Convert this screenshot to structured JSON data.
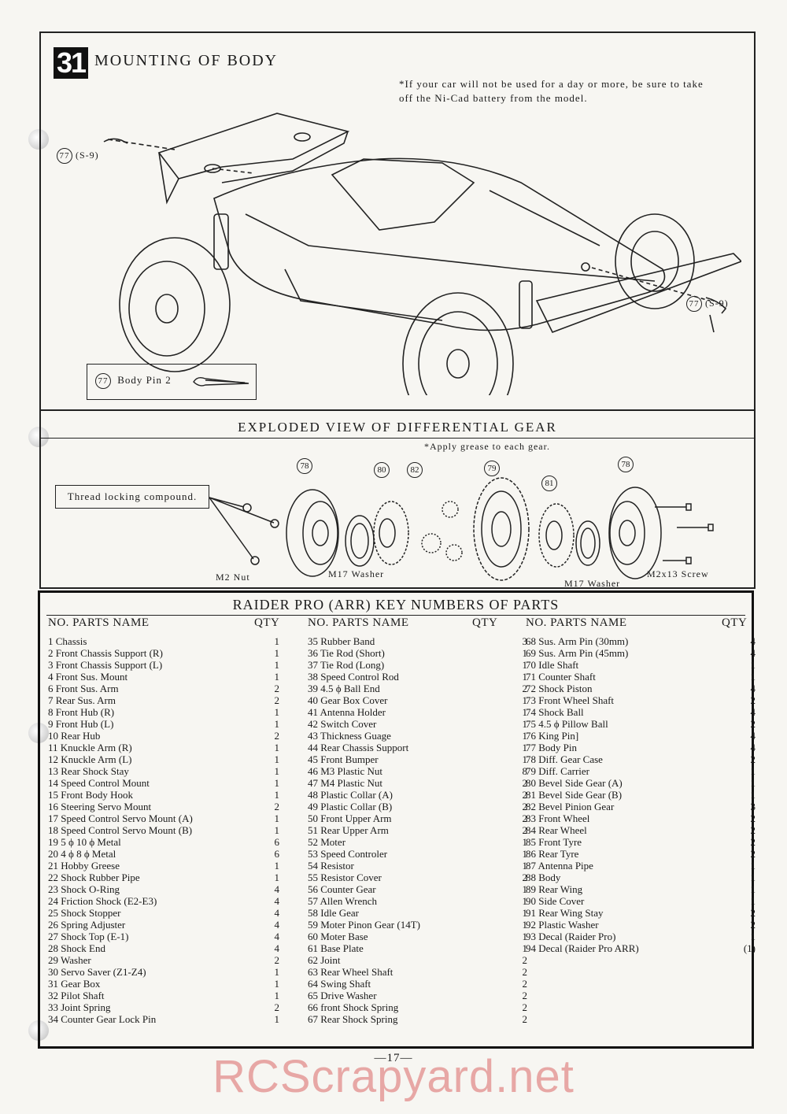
{
  "mounting": {
    "step_number": "31",
    "title": "MOUNTING OF BODY",
    "note": "*If your car will not be used for a day or more, be sure to take off the Ni-Cad battery from the model.",
    "callout_left_num": "77",
    "callout_left_text": "(S-9)",
    "callout_right_num": "77",
    "callout_right_text": "(S-9)",
    "legend_num": "77",
    "legend_text": "Body Pin 2"
  },
  "diff": {
    "title": "EXPLODED VIEW OF DIFFERENTIAL GEAR",
    "note": "*Apply grease to each gear.",
    "thread_locking": "Thread locking compound.",
    "part_numbers": [
      "78",
      "80",
      "82",
      "79",
      "81",
      "78"
    ],
    "labels": {
      "m2_nut": "M2 Nut",
      "m17_washer_1": "M17 Washer",
      "m17_washer_2": "M17 Washer",
      "screw": "M2x13 Screw"
    }
  },
  "parts": {
    "title": "RAIDER PRO (ARR)   KEY NUMBERS OF PARTS",
    "col_head_no": "NO. PARTS NAME",
    "col_head_qty": "QTY",
    "columns": [
      [
        {
          "name": "1  Chassis",
          "qty": "1"
        },
        {
          "name": "2  Front Chassis Support (R)",
          "qty": "1"
        },
        {
          "name": "3  Front Chassis Support (L)",
          "qty": "1"
        },
        {
          "name": "4  Front Sus. Mount",
          "qty": "1"
        },
        {
          "name": "6  Front Sus. Arm",
          "qty": "2"
        },
        {
          "name": "7  Rear Sus. Arm",
          "qty": "2"
        },
        {
          "name": "8  Front Hub (R)",
          "qty": "1"
        },
        {
          "name": "9  Front Hub (L)",
          "qty": "1"
        },
        {
          "name": "10 Rear Hub",
          "qty": "2"
        },
        {
          "name": "11 Knuckle Arm (R)",
          "qty": "1"
        },
        {
          "name": "12 Knuckle Arm (L)",
          "qty": "1"
        },
        {
          "name": "13 Rear Shock Stay",
          "qty": "1"
        },
        {
          "name": "14 Speed Control Mount",
          "qty": "1"
        },
        {
          "name": "15 Front Body Hook",
          "qty": "1"
        },
        {
          "name": "16 Steering Servo Mount",
          "qty": "2"
        },
        {
          "name": "17 Speed Control Servo Mount (A)",
          "qty": "1"
        },
        {
          "name": "18 Speed Control Servo Mount (B)",
          "qty": "1"
        },
        {
          "name": "19 5 ϕ 10 ϕ Metal",
          "qty": "6"
        },
        {
          "name": "20 4 ϕ 8 ϕ Metal",
          "qty": "6"
        },
        {
          "name": "21 Hobby Greese",
          "qty": "1"
        },
        {
          "name": "22 Shock Rubber Pipe",
          "qty": "1"
        },
        {
          "name": "23 Shock O-Ring",
          "qty": "4"
        },
        {
          "name": "24 Friction Shock (E2-E3)",
          "qty": "4"
        },
        {
          "name": "25 Shock Stopper",
          "qty": "4"
        },
        {
          "name": "26 Spring Adjuster",
          "qty": "4"
        },
        {
          "name": "27 Shock Top (E-1)",
          "qty": "4"
        },
        {
          "name": "28 Shock End",
          "qty": "4"
        },
        {
          "name": "29 Washer",
          "qty": "2"
        },
        {
          "name": "30 Servo Saver (Z1-Z4)",
          "qty": "1"
        },
        {
          "name": "31 Gear Box",
          "qty": "1"
        },
        {
          "name": "32 Pilot Shaft",
          "qty": "1"
        },
        {
          "name": "33 Joint Spring",
          "qty": "2"
        },
        {
          "name": "34 Counter Gear Lock Pin",
          "qty": "1"
        }
      ],
      [
        {
          "name": "35 Rubber Band",
          "qty": "3"
        },
        {
          "name": "36 Tie Rod (Short)",
          "qty": "1"
        },
        {
          "name": "37 Tie Rod (Long)",
          "qty": "1"
        },
        {
          "name": "38 Speed Control Rod",
          "qty": "1"
        },
        {
          "name": "39 4.5 ϕ Ball End",
          "qty": "2"
        },
        {
          "name": "40 Gear Box Cover",
          "qty": "1"
        },
        {
          "name": "41 Antenna Holder",
          "qty": "1"
        },
        {
          "name": "42 Switch Cover",
          "qty": "1"
        },
        {
          "name": "43 Thickness Guage",
          "qty": "1"
        },
        {
          "name": "44 Rear Chassis Support",
          "qty": "1"
        },
        {
          "name": "45 Front Bumper",
          "qty": "1"
        },
        {
          "name": "46 M3 Plastic Nut",
          "qty": "8"
        },
        {
          "name": "47 M4 Plastic Nut",
          "qty": "2"
        },
        {
          "name": "48 Plastic Collar (A)",
          "qty": "2"
        },
        {
          "name": "49 Plastic Collar (B)",
          "qty": "2"
        },
        {
          "name": "50 Front Upper Arm",
          "qty": "2"
        },
        {
          "name": "51 Rear Upper Arm",
          "qty": "2"
        },
        {
          "name": "52 Moter",
          "qty": "1"
        },
        {
          "name": "53 Speed Controler",
          "qty": "1"
        },
        {
          "name": "54 Resistor",
          "qty": "1"
        },
        {
          "name": "55 Resistor Cover",
          "qty": "2"
        },
        {
          "name": "56 Counter Gear",
          "qty": "1"
        },
        {
          "name": "57 Allen Wrench",
          "qty": "1"
        },
        {
          "name": "58 Idle Gear",
          "qty": "1"
        },
        {
          "name": "59 Moter Pinon Gear (14T)",
          "qty": "1"
        },
        {
          "name": "60 Moter Base",
          "qty": "1"
        },
        {
          "name": "61 Base Plate",
          "qty": "1"
        },
        {
          "name": "62 Joint",
          "qty": "2"
        },
        {
          "name": "63 Rear Wheel Shaft",
          "qty": "2"
        },
        {
          "name": "64 Swing Shaft",
          "qty": "2"
        },
        {
          "name": "65 Drive Washer",
          "qty": "2"
        },
        {
          "name": "66 front Shock Spring",
          "qty": "2"
        },
        {
          "name": "67 Rear Shock Spring",
          "qty": "2"
        }
      ],
      [
        {
          "name": "68 Sus. Arm Pin (30mm)",
          "qty": "4"
        },
        {
          "name": "69 Sus. Arm Pin (45mm)",
          "qty": "4"
        },
        {
          "name": "70 Idle Shaft",
          "qty": "1"
        },
        {
          "name": "71 Counter Shaft",
          "qty": "1"
        },
        {
          "name": "72 Shock Piston",
          "qty": "4"
        },
        {
          "name": "73 Front Wheel Shaft",
          "qty": "2"
        },
        {
          "name": "74 Shock Ball",
          "qty": "4"
        },
        {
          "name": "75 4.5 ϕ Pillow Ball",
          "qty": "2"
        },
        {
          "name": "76 King Pin]",
          "qty": "4"
        },
        {
          "name": "77 Body Pin",
          "qty": "4"
        },
        {
          "name": "78 Diff. Gear Case",
          "qty": "2"
        },
        {
          "name": "79 Diff. Carrier",
          "qty": "1"
        },
        {
          "name": "80 Bevel Side Gear (A)",
          "qty": "1"
        },
        {
          "name": "81 Bevel Side Gear (B)",
          "qty": "1"
        },
        {
          "name": "82 Bevel Pinion Gear",
          "qty": "3"
        },
        {
          "name": "83 Front Wheel",
          "qty": "2"
        },
        {
          "name": "84 Rear Wheel",
          "qty": "2"
        },
        {
          "name": "85 Front Tyre",
          "qty": "2"
        },
        {
          "name": "86 Rear Tyre",
          "qty": "2"
        },
        {
          "name": "87 Antenna Pipe",
          "qty": "1"
        },
        {
          "name": "88 Body",
          "qty": "1"
        },
        {
          "name": "89 Rear Wing",
          "qty": "1"
        },
        {
          "name": "90 Side Cover",
          "qty": "1"
        },
        {
          "name": "91 Rear Wing Stay",
          "qty": "2"
        },
        {
          "name": "92 Plastic Washer",
          "qty": "2"
        },
        {
          "name": "93 Decal (Raider Pro)",
          "qty": "1"
        },
        {
          "name": "94 Decal (Raider Pro ARR)",
          "qty": "(1)"
        }
      ]
    ]
  },
  "footer": {
    "page": "—17—",
    "watermark": "RCScrapyard.net"
  }
}
